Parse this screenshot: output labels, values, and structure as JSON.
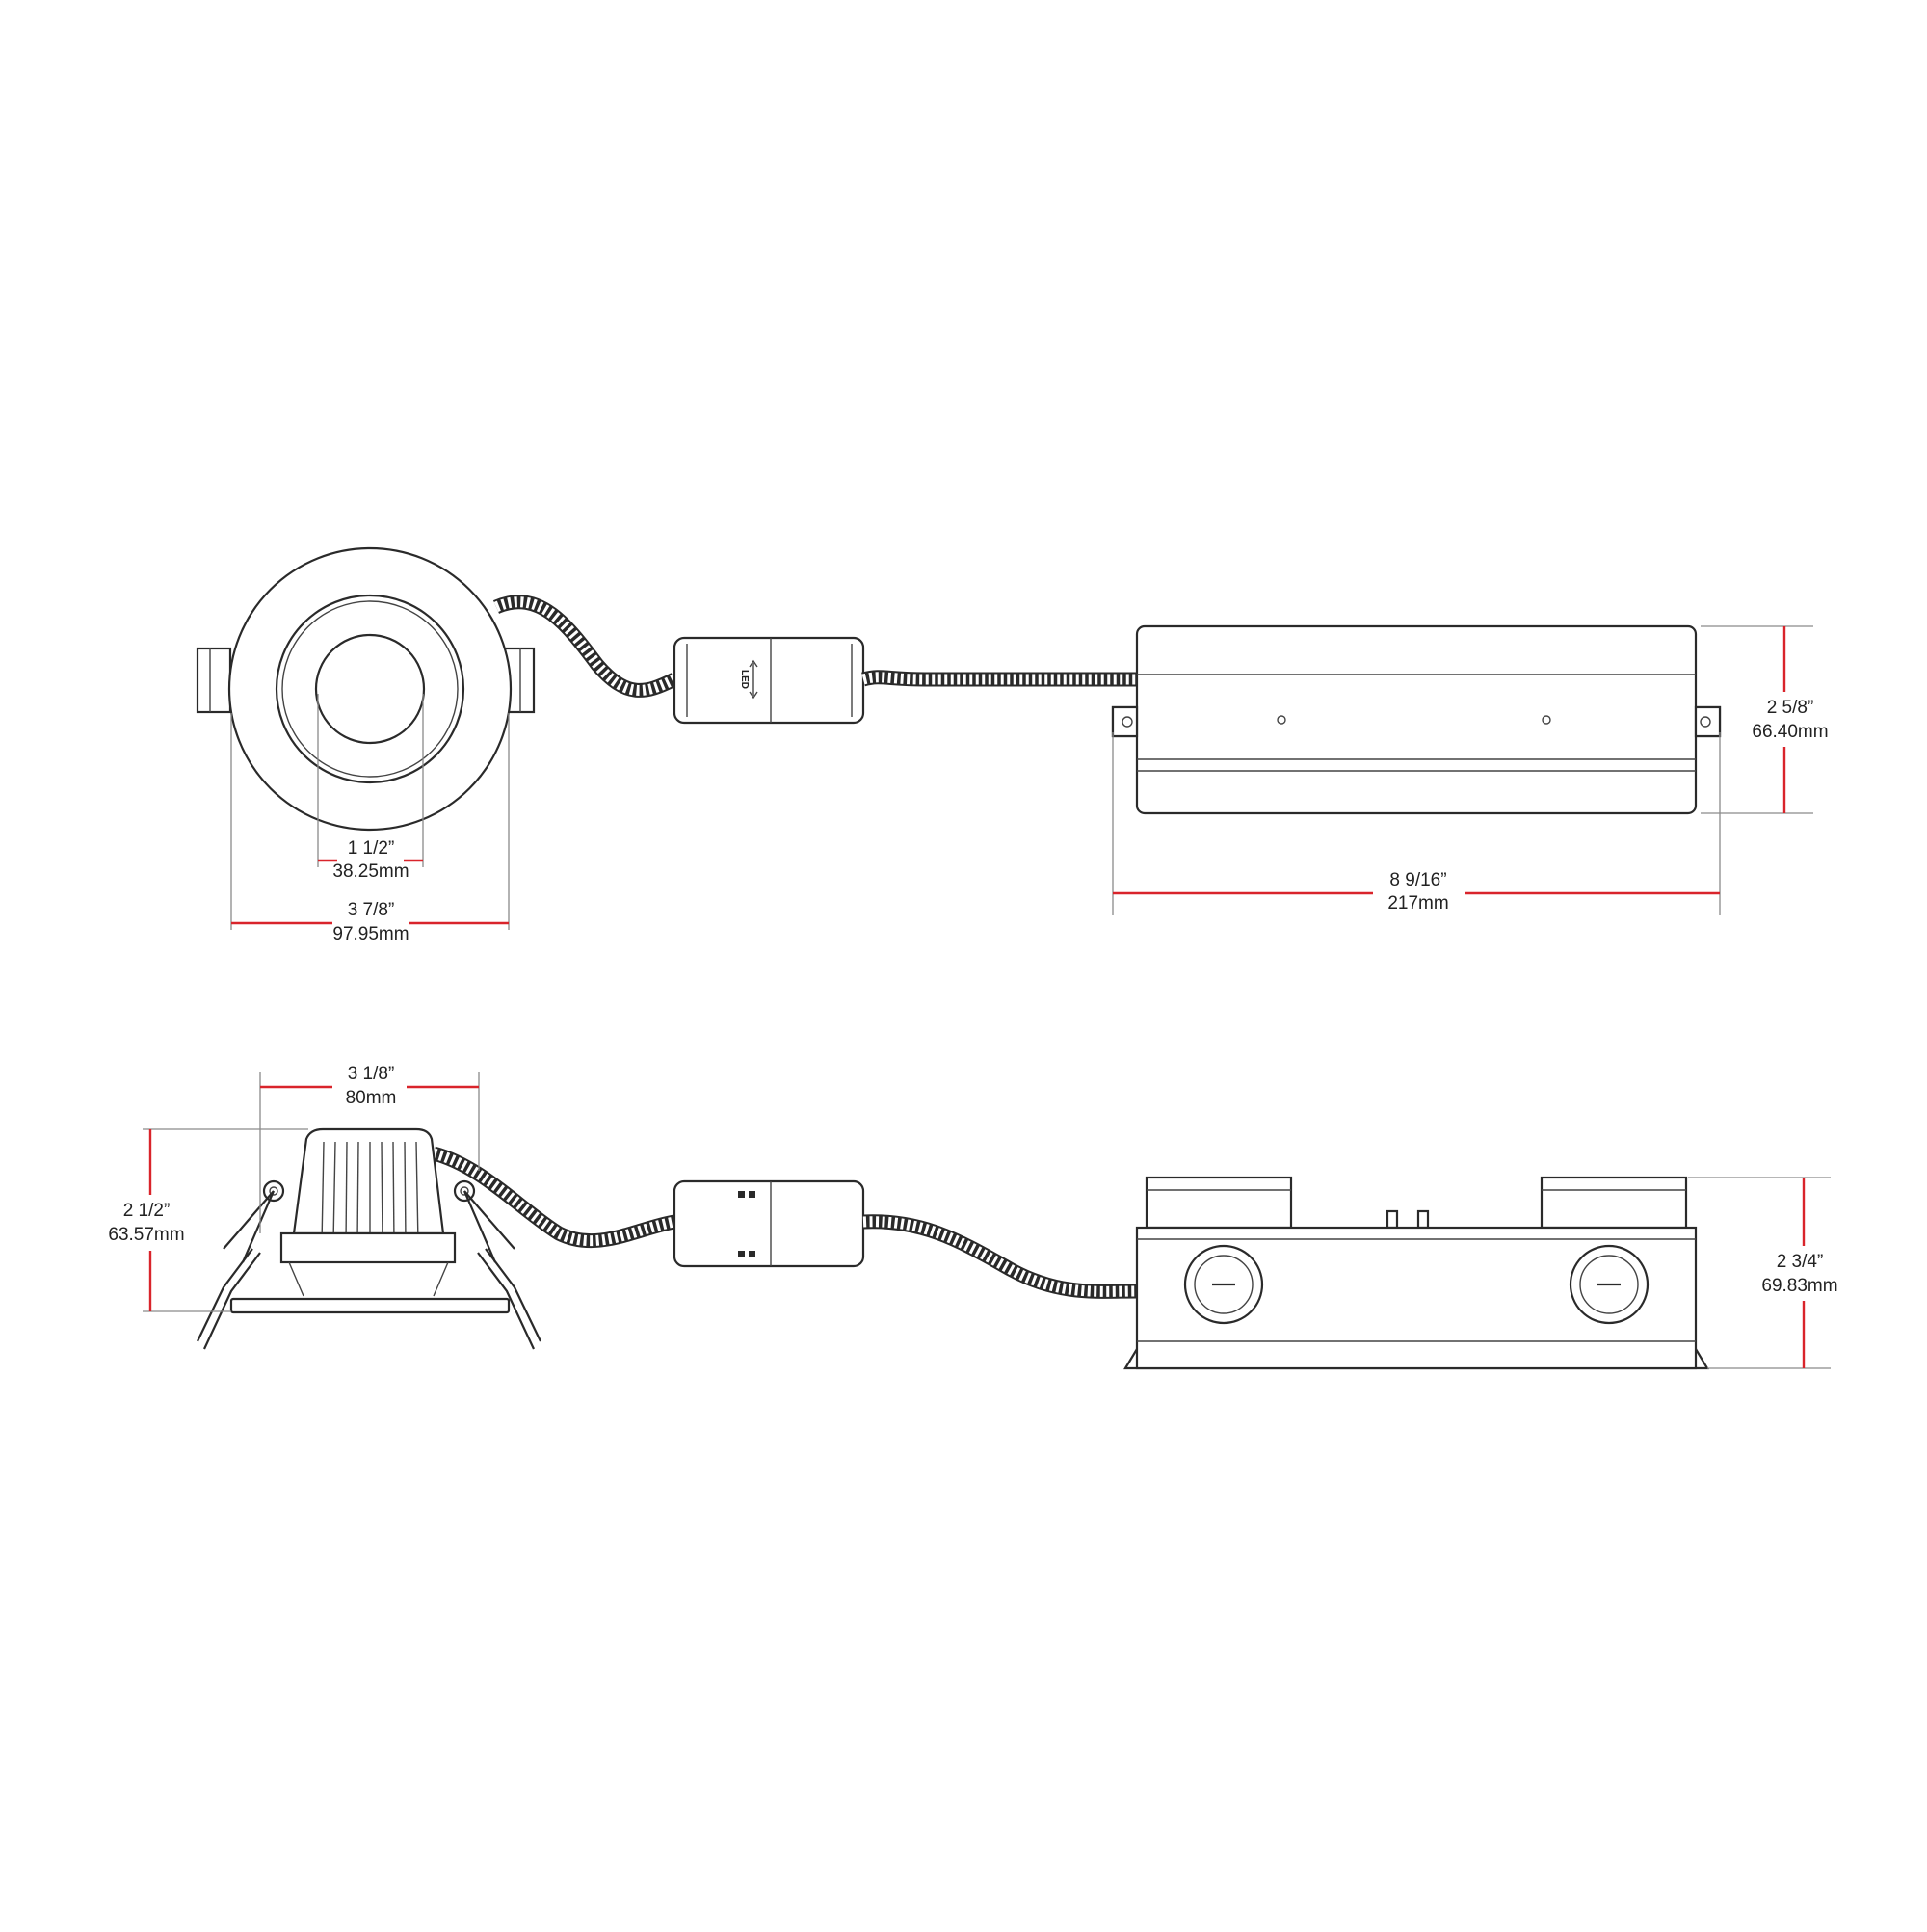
{
  "colors": {
    "dimension_line": "#d9242b",
    "outline": "#2a2a2a",
    "background": "#ffffff"
  },
  "top_view": {
    "lens_dim": {
      "imperial": "1 1/2”",
      "metric": "38.25mm"
    },
    "trim_dim": {
      "imperial": "3 7/8”",
      "metric": "97.95mm"
    },
    "driver_length_dim": {
      "imperial": "8 9/16”",
      "metric": "217mm"
    },
    "driver_width_dim": {
      "imperial": "2 5/8”",
      "metric": "66.40mm"
    },
    "connector_label": "LED"
  },
  "side_view": {
    "housing_width_dim": {
      "imperial": "3 1/8”",
      "metric": "80mm"
    },
    "housing_height_dim": {
      "imperial": "2 1/2”",
      "metric": "63.57mm"
    },
    "driver_height_dim": {
      "imperial": "2 3/4”",
      "metric": "69.83mm"
    }
  }
}
